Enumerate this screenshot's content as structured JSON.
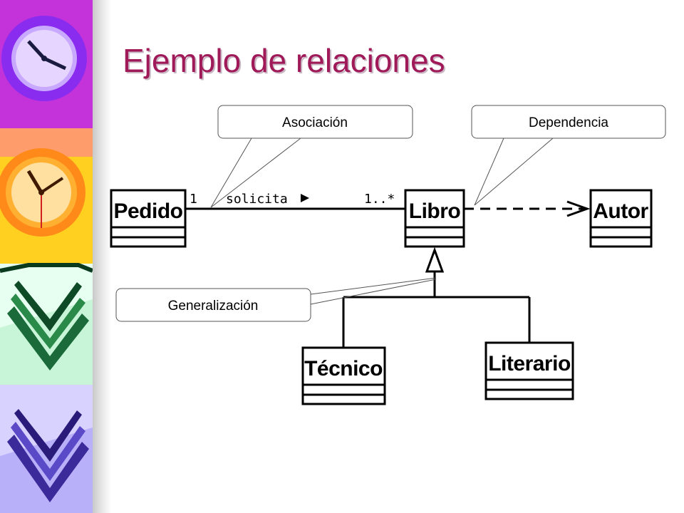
{
  "slide": {
    "title": "Ejemplo de relaciones"
  },
  "diagram": {
    "classes": {
      "pedido": "Pedido",
      "libro": "Libro",
      "autor": "Autor",
      "tecnico": "Técnico",
      "literario": "Literario"
    },
    "association": {
      "multiplicity_source": "1",
      "label": "solicita",
      "multiplicity_target": "1..*"
    },
    "callouts": {
      "asociacion": "Asociación",
      "dependencia": "Dependencia",
      "generalizacion": "Generalización"
    }
  },
  "colors": {
    "title": "#a01a5a",
    "lines": "#000000",
    "callout_border": "#555555"
  }
}
